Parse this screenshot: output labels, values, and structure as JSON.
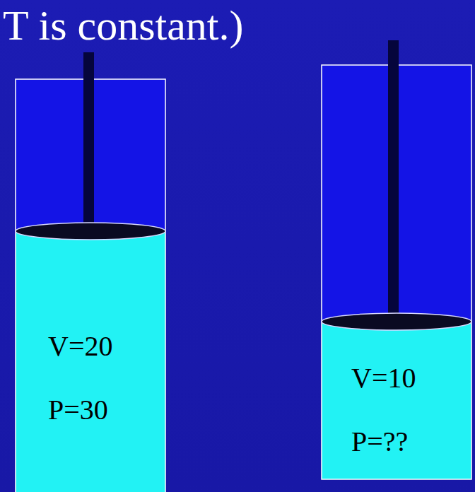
{
  "diagram": {
    "nodes": [
      {
        "text": [
          "V=20",
          "P=30"
        ]
      },
      {
        "text": [
          "V=10",
          "P=??"
        ]
      }
    ],
    "labels": [
      "T is constant.)"
    ]
  }
}
